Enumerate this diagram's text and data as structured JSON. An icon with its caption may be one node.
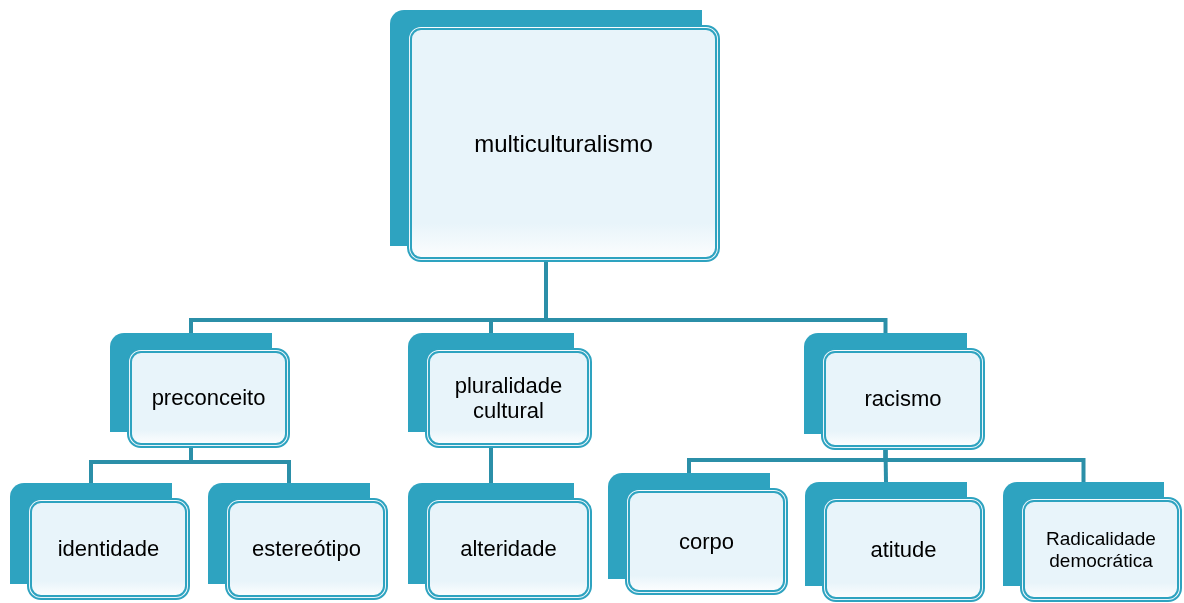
{
  "diagram": {
    "nodes": [
      {
        "text": [
          "multiculturalismo"
        ]
      },
      {
        "text": [
          "preconceito"
        ]
      },
      {
        "text": [
          "pluralidade cultural"
        ]
      },
      {
        "text": [
          "racismo"
        ]
      },
      {
        "text": [
          "identidade"
        ]
      },
      {
        "text": [
          "estereótipo"
        ]
      },
      {
        "text": [
          "alteridade"
        ]
      },
      {
        "text": [
          "corpo"
        ]
      },
      {
        "text": [
          "atitude"
        ]
      },
      {
        "text": [
          "Radicalidade democrática"
        ]
      }
    ],
    "edges": [
      {
        "from": 0,
        "to": 1,
        "arrow": "none"
      },
      {
        "from": 0,
        "to": 2,
        "arrow": "none"
      },
      {
        "from": 0,
        "to": 3,
        "arrow": "none"
      },
      {
        "from": 1,
        "to": 4,
        "arrow": "none"
      },
      {
        "from": 1,
        "to": 5,
        "arrow": "none"
      },
      {
        "from": 2,
        "to": 6,
        "arrow": "none"
      },
      {
        "from": 3,
        "to": 7,
        "arrow": "none"
      },
      {
        "from": 3,
        "to": 8,
        "arrow": "none"
      },
      {
        "from": 3,
        "to": 9,
        "arrow": "none"
      }
    ]
  }
}
